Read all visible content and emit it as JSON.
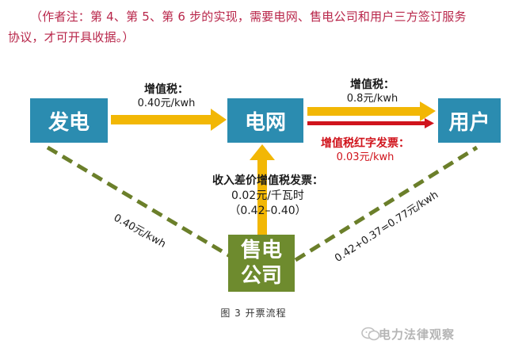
{
  "note": {
    "line1": "（作者注：第 4、第 5、第 6 步的实现，需要电网、售电公司和用户三方签订服务",
    "line2": "协议，才可开具收据。）"
  },
  "nodes": {
    "generation": "发电",
    "grid": "电网",
    "user": "用户",
    "company_line1": "售电",
    "company_line2": "公司"
  },
  "flows": {
    "gen_to_grid": {
      "title": "增值税：",
      "value": "0.40元/kwh"
    },
    "grid_to_user": {
      "title": "增值税：",
      "value": "0.8元/kwh"
    },
    "red_invoice": {
      "title": "增值税红字发票：",
      "value": "0.03元/kwh"
    },
    "company_to_grid": {
      "title": "收入差价增值税发票：",
      "value": "0.02元/千瓦时",
      "formula": "（0.42–0.40）"
    },
    "left_diagonal": "0.40元/kwh",
    "right_diagonal": "0.42+0.37=0.77元/kwh"
  },
  "caption": "图 3  开票流程",
  "watermark": "电力法律观察",
  "colors": {
    "blue_box": "#2b8cb0",
    "green_box": "#6e8b2e",
    "arrow_yellow": "#f2b705",
    "arrow_red": "#d0141c",
    "dashed_green": "#6b7f2a",
    "note_text": "#b8264a"
  }
}
